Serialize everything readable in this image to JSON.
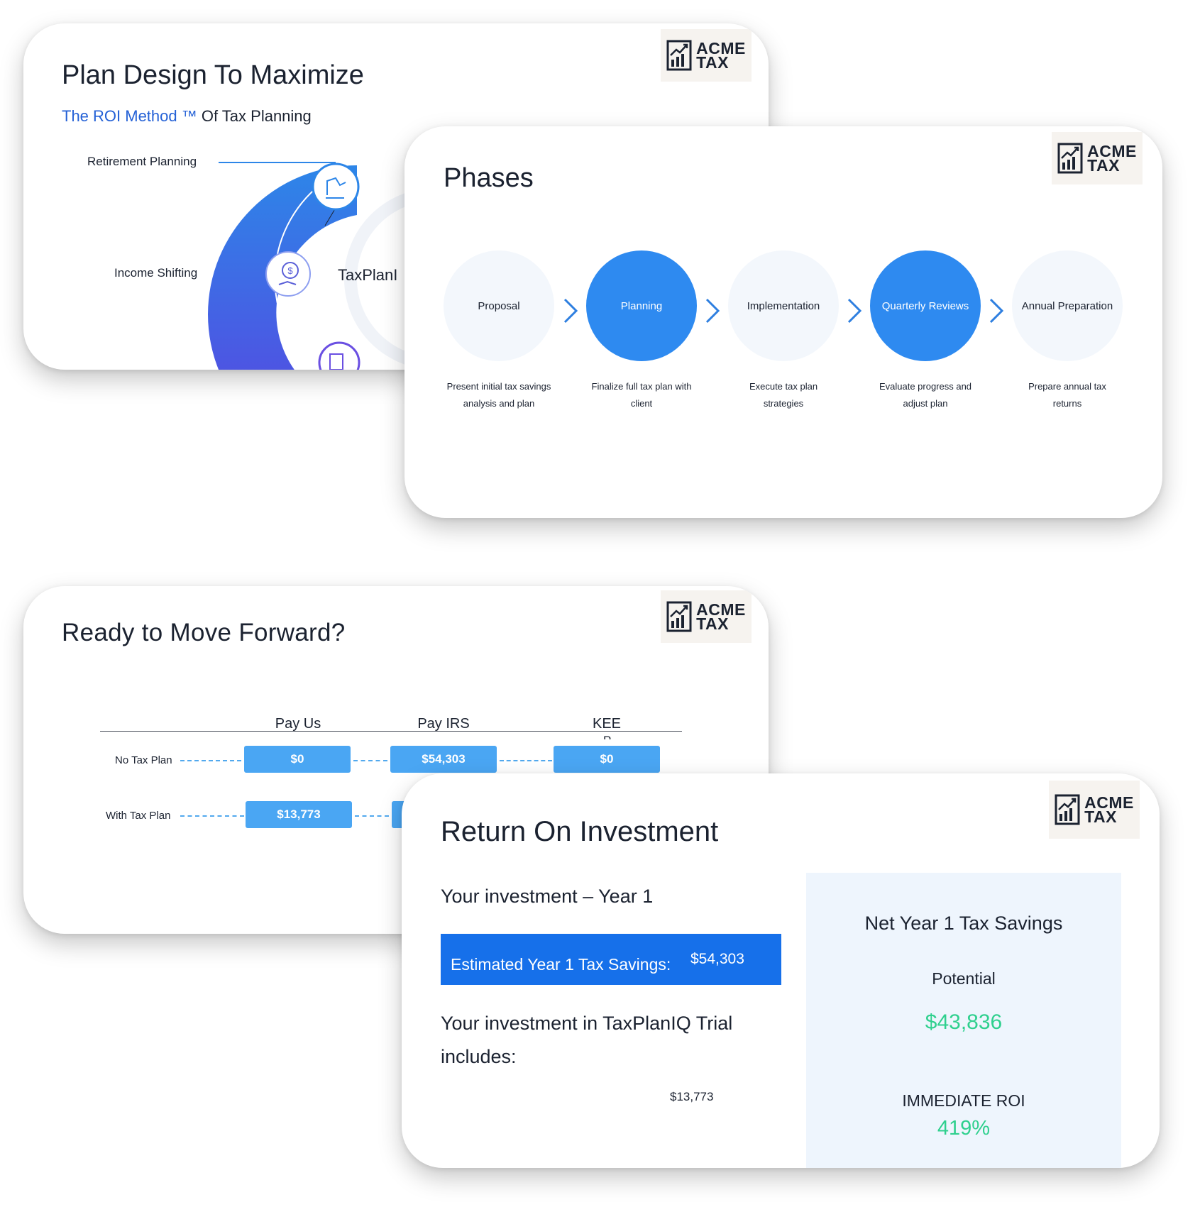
{
  "brand": {
    "name_line1": "ACME",
    "name_line2": "TAX"
  },
  "plan_card": {
    "title": "Plan Design To Maximize",
    "subtitle_method": "The ROI Method ™",
    "subtitle_rest": " Of Tax Planning",
    "labels": [
      "Retirement Planning",
      "Income Shifting"
    ],
    "center_text": "TaxPlanI"
  },
  "phases_card": {
    "title": "Phases",
    "phases": [
      {
        "name": "Proposal",
        "desc": "Present initial tax savings analysis and plan",
        "style": "light"
      },
      {
        "name": "Planning",
        "desc": "Finalize full tax plan with client",
        "style": "blue"
      },
      {
        "name": "Implementation",
        "desc": "Execute tax plan strategies",
        "style": "light"
      },
      {
        "name": "Quarterly Reviews",
        "desc": "Evaluate progress and adjust plan",
        "style": "blue"
      },
      {
        "name": "Annual Preparation",
        "desc": "Prepare annual tax returns",
        "style": "light"
      }
    ]
  },
  "ready_card": {
    "title": "Ready to Move Forward?",
    "columns": [
      "Pay Us",
      "Pay IRS",
      "KEE"
    ],
    "column_overflow": "P",
    "rows": [
      {
        "label": "No Tax Plan",
        "values": [
          "$0",
          "$54,303",
          "$0"
        ]
      },
      {
        "label": "With Tax Plan",
        "values": [
          "$13,773"
        ]
      }
    ]
  },
  "roi_card": {
    "title": "Return On Investment",
    "investment_heading": "Your investment – Year 1",
    "estimated_label": "Estimated Year 1 Tax Savings:",
    "estimated_value": "$54,303",
    "trial_line1": "Your investment in TaxPlanIQ Trial",
    "trial_line2": "includes:",
    "trial_value": "$13,773",
    "net_heading": "Net Year 1 Tax Savings",
    "potential_label": "Potential",
    "potential_value": "$43,836",
    "roi_label": "IMMEDIATE ROI",
    "roi_value": "419%"
  },
  "colors": {
    "accent_blue": "#2e8af0",
    "bar_blue": "#1670ea",
    "pill_blue": "#4aa6f3",
    "green": "#2fd08e",
    "subtitle_blue": "#2461d6"
  }
}
